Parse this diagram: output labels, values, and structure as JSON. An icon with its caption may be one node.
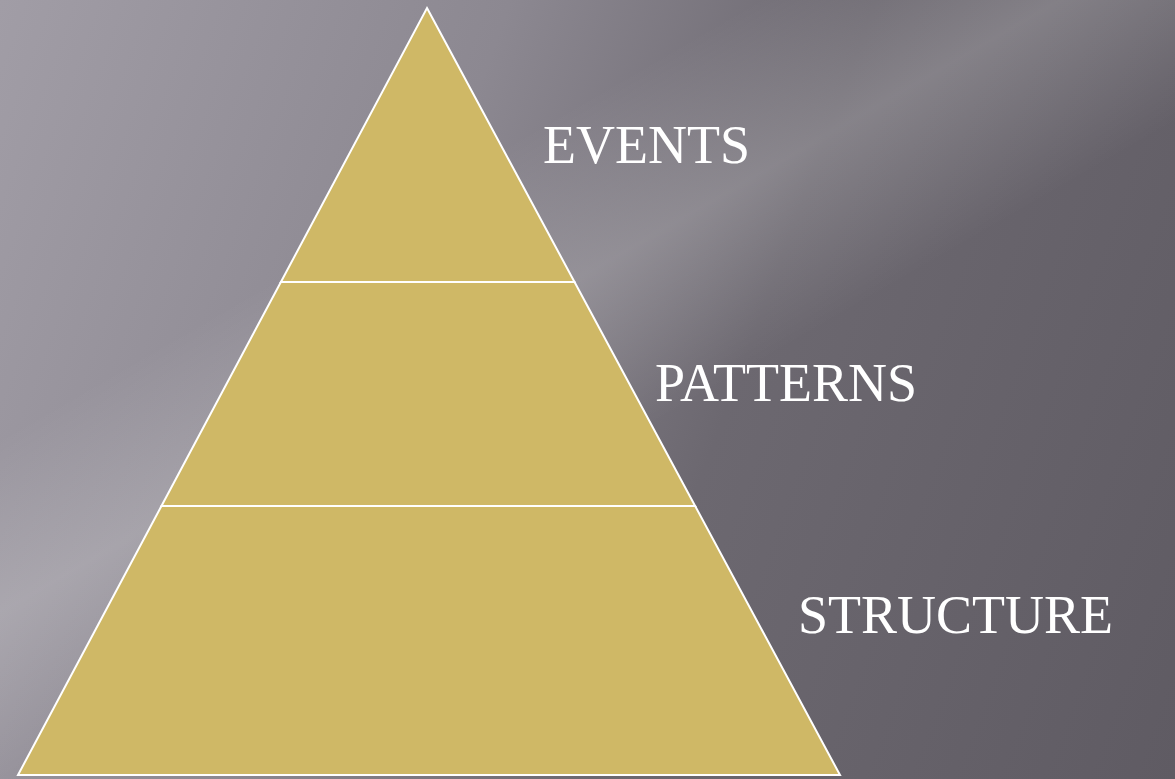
{
  "diagram": {
    "nodes": [
      {
        "text": [
          "EVENTS"
        ]
      },
      {
        "text": [
          "PATTERNS"
        ]
      },
      {
        "text": [
          "STRUCTURE"
        ]
      }
    ]
  }
}
